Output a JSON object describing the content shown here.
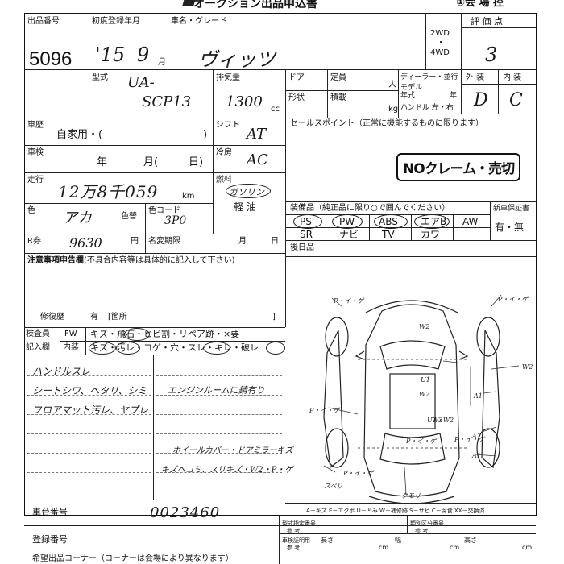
{
  "header": {
    "title": "オークション出品申込書",
    "venue": "①会 場 控"
  },
  "lot": {
    "label": "出品番号",
    "value": "5096"
  },
  "first_reg": {
    "label": "初度登録年月",
    "year": "'15",
    "month": "9",
    "month_unit": "月"
  },
  "car_name": {
    "label": "車名・グレード",
    "value": "ヴィッツ"
  },
  "drive": {
    "2wd": "2WD",
    "dot": "・",
    "4wd": "4WD"
  },
  "score": {
    "label": "評 価 点",
    "value": "3",
    "exterior_label": "外 装",
    "interior_label": "内 装",
    "exterior": "D",
    "interior": "C"
  },
  "model": {
    "label": "型式",
    "prefix": "UA-",
    "code": "SCP13"
  },
  "displacement": {
    "label": "排気量",
    "value": "1300",
    "unit": "cc"
  },
  "door": {
    "label": "ドア"
  },
  "capacity": {
    "label": "定員",
    "unit": "人"
  },
  "shape": {
    "label": "形状"
  },
  "load": {
    "label": "積載",
    "unit": "kg"
  },
  "dealer": {
    "line1": "ディーラー・並行",
    "model_year_label": "モデル",
    "model_year_unit": "年式",
    "year_unit": "年",
    "handle": "ハンドル 左・右"
  },
  "usage": {
    "label": "車歴",
    "value": "自家用・(",
    "close": ")"
  },
  "shift": {
    "label": "シフト",
    "value": "AT"
  },
  "ac": {
    "label": "冷房",
    "value": "AC"
  },
  "inspection": {
    "label": "車検",
    "year": "年",
    "month": "月(",
    "day": "日)"
  },
  "mileage": {
    "label": "走行",
    "value": "12万8千059",
    "unit": "km"
  },
  "fuel": {
    "label": "燃料",
    "gasoline": "ガソリン",
    "diesel": "軽 油"
  },
  "color": {
    "label": "色",
    "value": "アカ",
    "change_label": "色替",
    "code_label": "色コード",
    "code": "3P0"
  },
  "recycle": {
    "label": "R券",
    "value": "9630",
    "unit": "円"
  },
  "name_change": {
    "label": "名変期限",
    "month": "月",
    "day": "日"
  },
  "sales_point": {
    "label": "セールスポイント",
    "note": "（正常に機能するものに限ります）",
    "stamp": "NOクレーム・売切"
  },
  "equipment": {
    "label": "装備品",
    "note": "（純正品に限り○で囲んでください）",
    "row1": [
      "PS",
      "PW",
      "ABS",
      "エアB",
      "AW"
    ],
    "row2": [
      "SR",
      "ナビ",
      "TV",
      "カワ"
    ]
  },
  "new_car_warranty": {
    "label": "新車保証書",
    "value": "有・無"
  },
  "post_install": {
    "label": "後日品"
  },
  "remarks": {
    "label": "注意事項申告欄",
    "note": "(不具合内容等は具体的に記入して下さい)",
    "repair_label": "修復歴",
    "repair_value": "有",
    "place_label": "[箇所",
    "bracket": "]"
  },
  "inspector": {
    "label": "検査員",
    "entry": "記入欄",
    "fw": "FW",
    "int": "内装",
    "row1": "キズ・飛石・ヒビ割・リペア跡・×要",
    "row2": "キズ・汚レ・コゲ・穴・スレ・キレ・破レ"
  },
  "notes_left": [
    "ハンドルスレ",
    "シートシワ、ヘタリ、シミ",
    "フロアマット汚レ、ヤブレ"
  ],
  "notes_right": [
    "エンジンルームに錆有り",
    "ホイールカバー・ドアミラーキズ",
    "キズヘコミ、スリキズ・W2・P・ゲ"
  ],
  "diagram_marks": [
    "P・イ・ゲ",
    "P・イ・ゲ",
    "W2",
    "W2",
    "U1",
    "W2",
    "W2",
    "A1",
    "A1",
    "A1",
    "P・イ・ゲ",
    "P・イ・ゲ",
    "P・イ・ゲ",
    "P・イ・ゲ",
    "U1・W2",
    "スベリ",
    "クモリ"
  ],
  "legend": "A－キズ E－エクボ U－凹み W－補修跡 S－サビ C－腐食 XX－交換済",
  "chassis": {
    "label": "車台番号",
    "value": "0023460"
  },
  "registration": {
    "label": "登録番号"
  },
  "model_specify": {
    "label": "型式指定番号",
    "ref": "参 考"
  },
  "class_number": {
    "label": "類別区分番号",
    "ref": "参 考"
  },
  "cert": {
    "label": "車検証明用",
    "ref": "参 考",
    "length": "長さ",
    "width": "幅",
    "height": "高さ",
    "cm": "cm"
  },
  "footer": "希望出品コーナー（コーナーは会場により異なります）"
}
